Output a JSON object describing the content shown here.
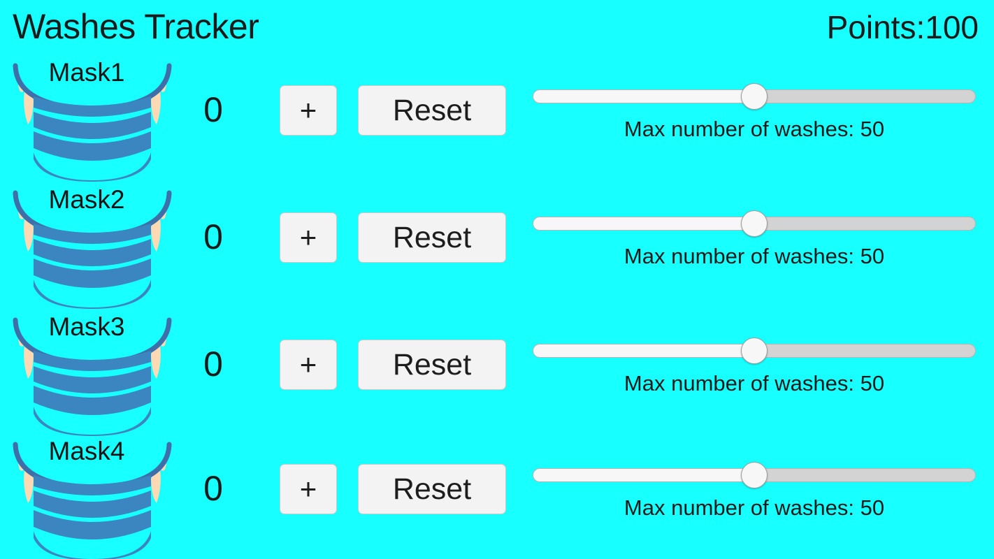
{
  "app": {
    "title": "Washes Tracker",
    "points_label": "Points:100",
    "background_color": "#18ffff",
    "text_color": "#1b1b1b"
  },
  "icons": {
    "mask": "face-mask-icon",
    "mask_body_color": "#3b86c0",
    "mask_strap_color": "#3f6fa8",
    "mask_ear_color": "#ffd9b3"
  },
  "controls": {
    "increment_label": "+",
    "reset_label": "Reset",
    "button_fill": "#f3f3f3",
    "button_border": "#c9c9c9"
  },
  "slider": {
    "min": 0,
    "max": 100,
    "value_percent": 50,
    "fill_color": "#f7f7f7",
    "track_color": "#d3d3d3",
    "thumb_color": "#f7f7f7"
  },
  "rows": [
    {
      "label": "Mask1",
      "count": "0",
      "increment_label": "+",
      "reset_label": "Reset",
      "slider_percent": 50,
      "max_washes_caption": "Max number of washes: 50"
    },
    {
      "label": "Mask2",
      "count": "0",
      "increment_label": "+",
      "reset_label": "Reset",
      "slider_percent": 50,
      "max_washes_caption": "Max number of washes: 50"
    },
    {
      "label": "Mask3",
      "count": "0",
      "increment_label": "+",
      "reset_label": "Reset",
      "slider_percent": 50,
      "max_washes_caption": "Max number of washes: 50"
    },
    {
      "label": "Mask4",
      "count": "0",
      "increment_label": "+",
      "reset_label": "Reset",
      "slider_percent": 50,
      "max_washes_caption": "Max number of washes: 50"
    }
  ]
}
